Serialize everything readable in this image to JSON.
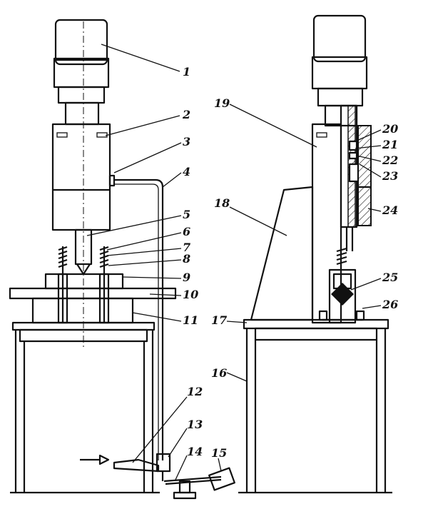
{
  "labels": {
    "n1": "1",
    "n2": "2",
    "n3": "3",
    "n4": "4",
    "n5": "5",
    "n6": "6",
    "n7": "7",
    "n8": "8",
    "n9": "9",
    "n10": "10",
    "n11": "11",
    "n12": "12",
    "n13": "13",
    "n14": "14",
    "n15": "15",
    "n16": "16",
    "n17": "17",
    "n18": "18",
    "n19": "19",
    "n20": "20",
    "n21": "21",
    "n22": "22",
    "n23": "23",
    "n24": "24",
    "n25": "25",
    "n26": "26"
  }
}
